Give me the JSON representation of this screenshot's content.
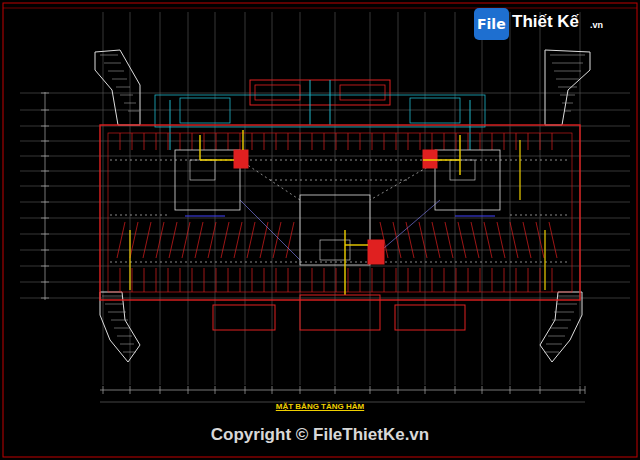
{
  "diagram": {
    "title": "MẶT BẰNG TẦNG HẦM",
    "nodes": [
      {
        "text": [
          "File"
        ]
      }
    ],
    "labels": [
      "Thiết Kế",
      ".vn",
      "Copyright © FileThietKe.vn"
    ]
  }
}
